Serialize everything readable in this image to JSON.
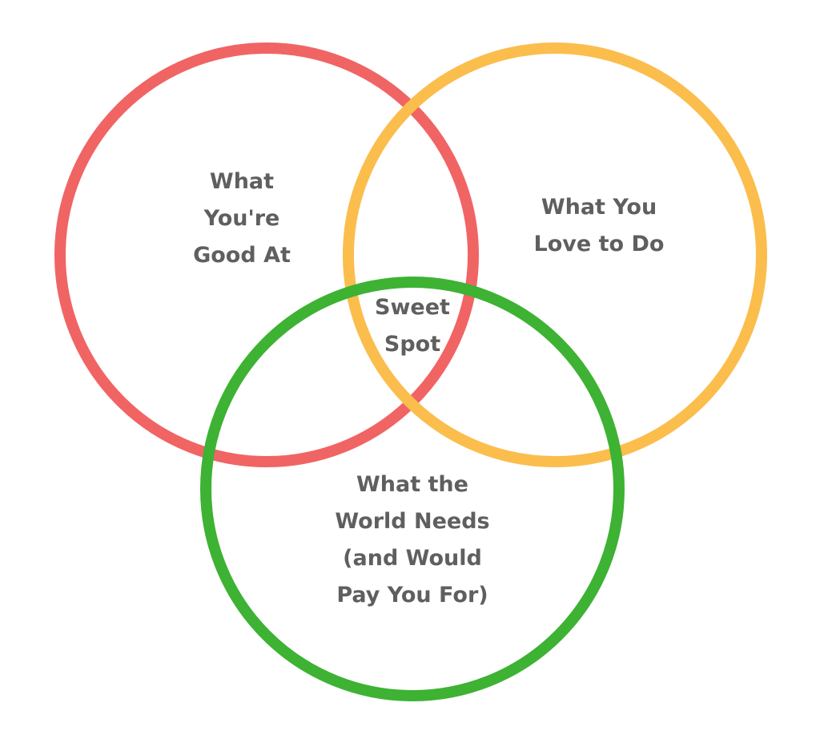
{
  "diagram": {
    "circles": [
      {
        "id": "good-at",
        "color": "#f16464",
        "label_lines": [
          "What",
          "You're",
          "Good At"
        ]
      },
      {
        "id": "love-to-do",
        "color": "#fbbd4c",
        "label_lines": [
          "What You",
          "Love to Do"
        ]
      },
      {
        "id": "world-needs",
        "color": "#3db233",
        "label_lines": [
          "What the",
          "World Needs",
          "(and Would",
          "Pay You For)"
        ]
      }
    ],
    "center": {
      "label_lines": [
        "Sweet",
        "Spot"
      ]
    }
  }
}
